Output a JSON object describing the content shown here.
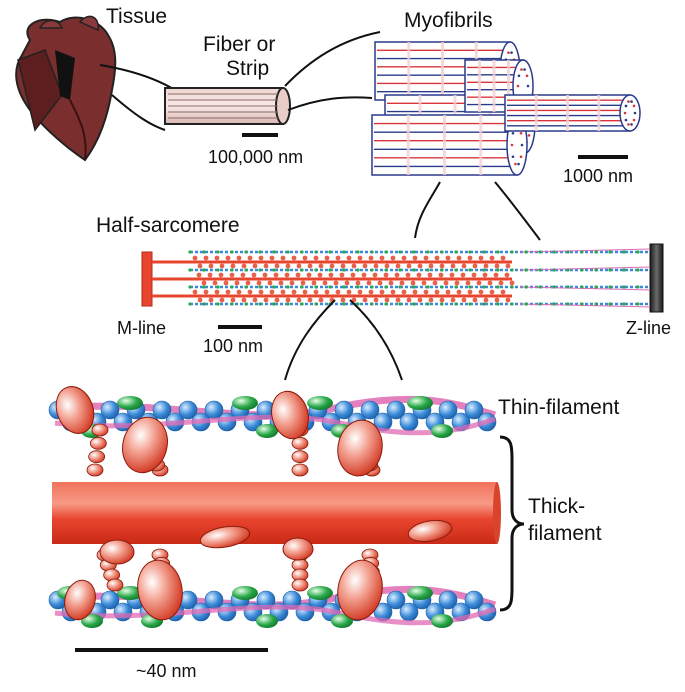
{
  "labels": {
    "tissue": "Tissue",
    "fiber_line1": "Fiber or",
    "fiber_line2": "Strip",
    "myofibrils": "Myofibrils",
    "half_sarcomere": "Half-sarcomere",
    "m_line": "M-line",
    "z_line": "Z-line",
    "thin_filament": "Thin-filament",
    "thick_line1": "Thick-",
    "thick_line2": "filament"
  },
  "scale_bars": {
    "fiber": "100,000 nm",
    "myofibril": "1000 nm",
    "sarcomere": "100 nm",
    "filament": "~40 nm"
  },
  "colors": {
    "heart": "#7a2e2e",
    "heart_dark": "#4a1414",
    "thick_filament": "#e8452e",
    "actin": "#3a8ad8",
    "tropomyosin": "#e06ab4",
    "troponin": "#2aa84a",
    "myosin_head": "#e8604a",
    "z_disc": "#3a3a3a",
    "m_line": "#e8452e"
  }
}
